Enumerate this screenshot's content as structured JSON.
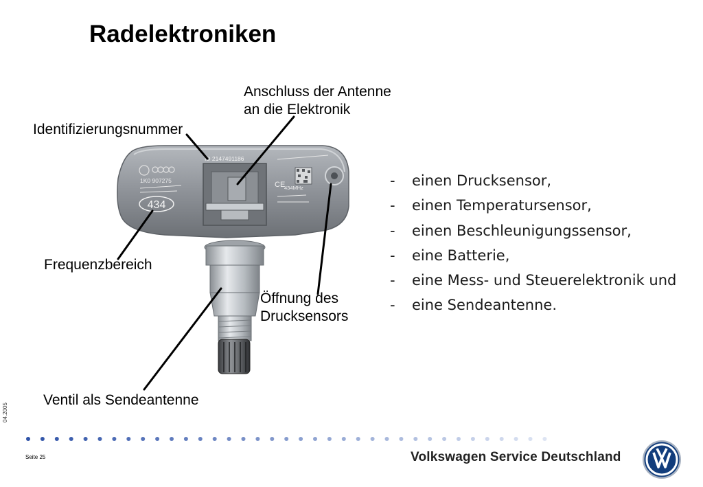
{
  "title": "Radelektroniken",
  "labels": {
    "antenna_line1": "Anschluss der Antenne",
    "antenna_line2": "an die Elektronik",
    "id_number": "Identifizierungsnummer",
    "frequency": "Frequenzbereich",
    "opening_line1": "Öffnung des",
    "opening_line2": "Drucksensors",
    "valve": "Ventil als Sendeantenne"
  },
  "sensor_markings": {
    "id": "ID 2147491186",
    "part_number": "1K0 907275",
    "frequency": "434",
    "frequency_mhz": "434MHz"
  },
  "bullets": [
    {
      "dash": "-",
      "text": "einen Drucksensor,"
    },
    {
      "dash": "-",
      "text": "einen Temperatursensor,"
    },
    {
      "dash": "-",
      "text": "einen Beschleunigungssensor,"
    },
    {
      "dash": "-",
      "text": "eine Batterie,"
    },
    {
      "dash": "-",
      "text": "eine Mess- und Steuerelektronik und"
    },
    {
      "dash": "-",
      "text": "eine Sendeantenne."
    }
  ],
  "footer": {
    "date": "04.2005",
    "page": "Seite 25",
    "brand": "Volkswagen Service Deutschland",
    "logo_text": "VW"
  },
  "colors": {
    "dot_dark": "#2f53a8",
    "dot_light": "#dde4f3",
    "sensor_body": "#8f9398",
    "logo_blue": "#123d7c"
  }
}
